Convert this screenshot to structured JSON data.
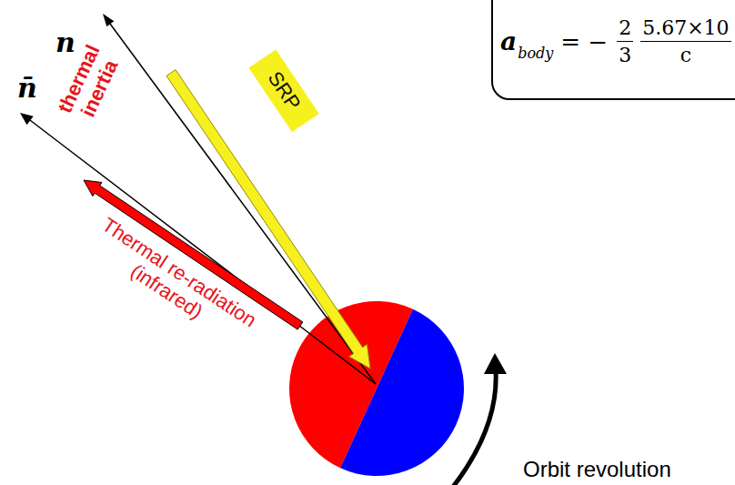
{
  "diagram": {
    "nodes": [
      {
        "text": [
          "SRP"
        ]
      },
      {
        "text": [
          "a",
          "body",
          "= −",
          "2",
          "3",
          "5.67×10",
          "c"
        ]
      }
    ],
    "labels": [
      "n",
      "thermal inertia",
      "n̄",
      "Thermal re-radiation (infrared)",
      "Orbit revolution"
    ]
  }
}
